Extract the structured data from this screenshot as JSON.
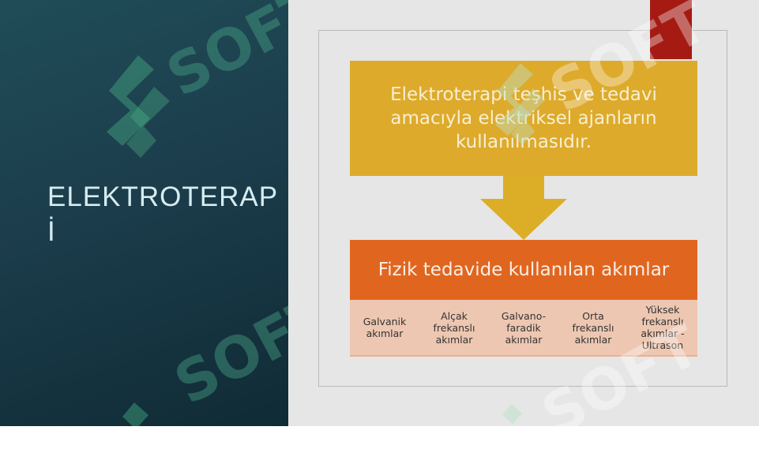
{
  "slide": {
    "title": "ELEKTROTERAP\nİ",
    "watermark": "SOFT"
  },
  "diagram": {
    "definition": "Elektroterapi teşhis ve tedavi amacıyla elektriksel ajanların kullanılmasıdır.",
    "header": "Fizik tedavide kullanılan akımlar",
    "currents": [
      "Galvanik\nakımlar",
      "Alçak\nfrekanslı\nakımlar",
      "Galvano-\nfaradik\nakımlar",
      "Orta\nfrekanslı\nakımlar",
      "Yüksek\nfrekanslı\nakımlar -\nUltrason"
    ]
  },
  "colors": {
    "left_panel": "#1c3d4c",
    "definition_box": "#ddaa2b",
    "arrow": "#dcae27",
    "header_box": "#e06620",
    "currents_row": "#edc7b1",
    "accent": "#a51b14"
  }
}
